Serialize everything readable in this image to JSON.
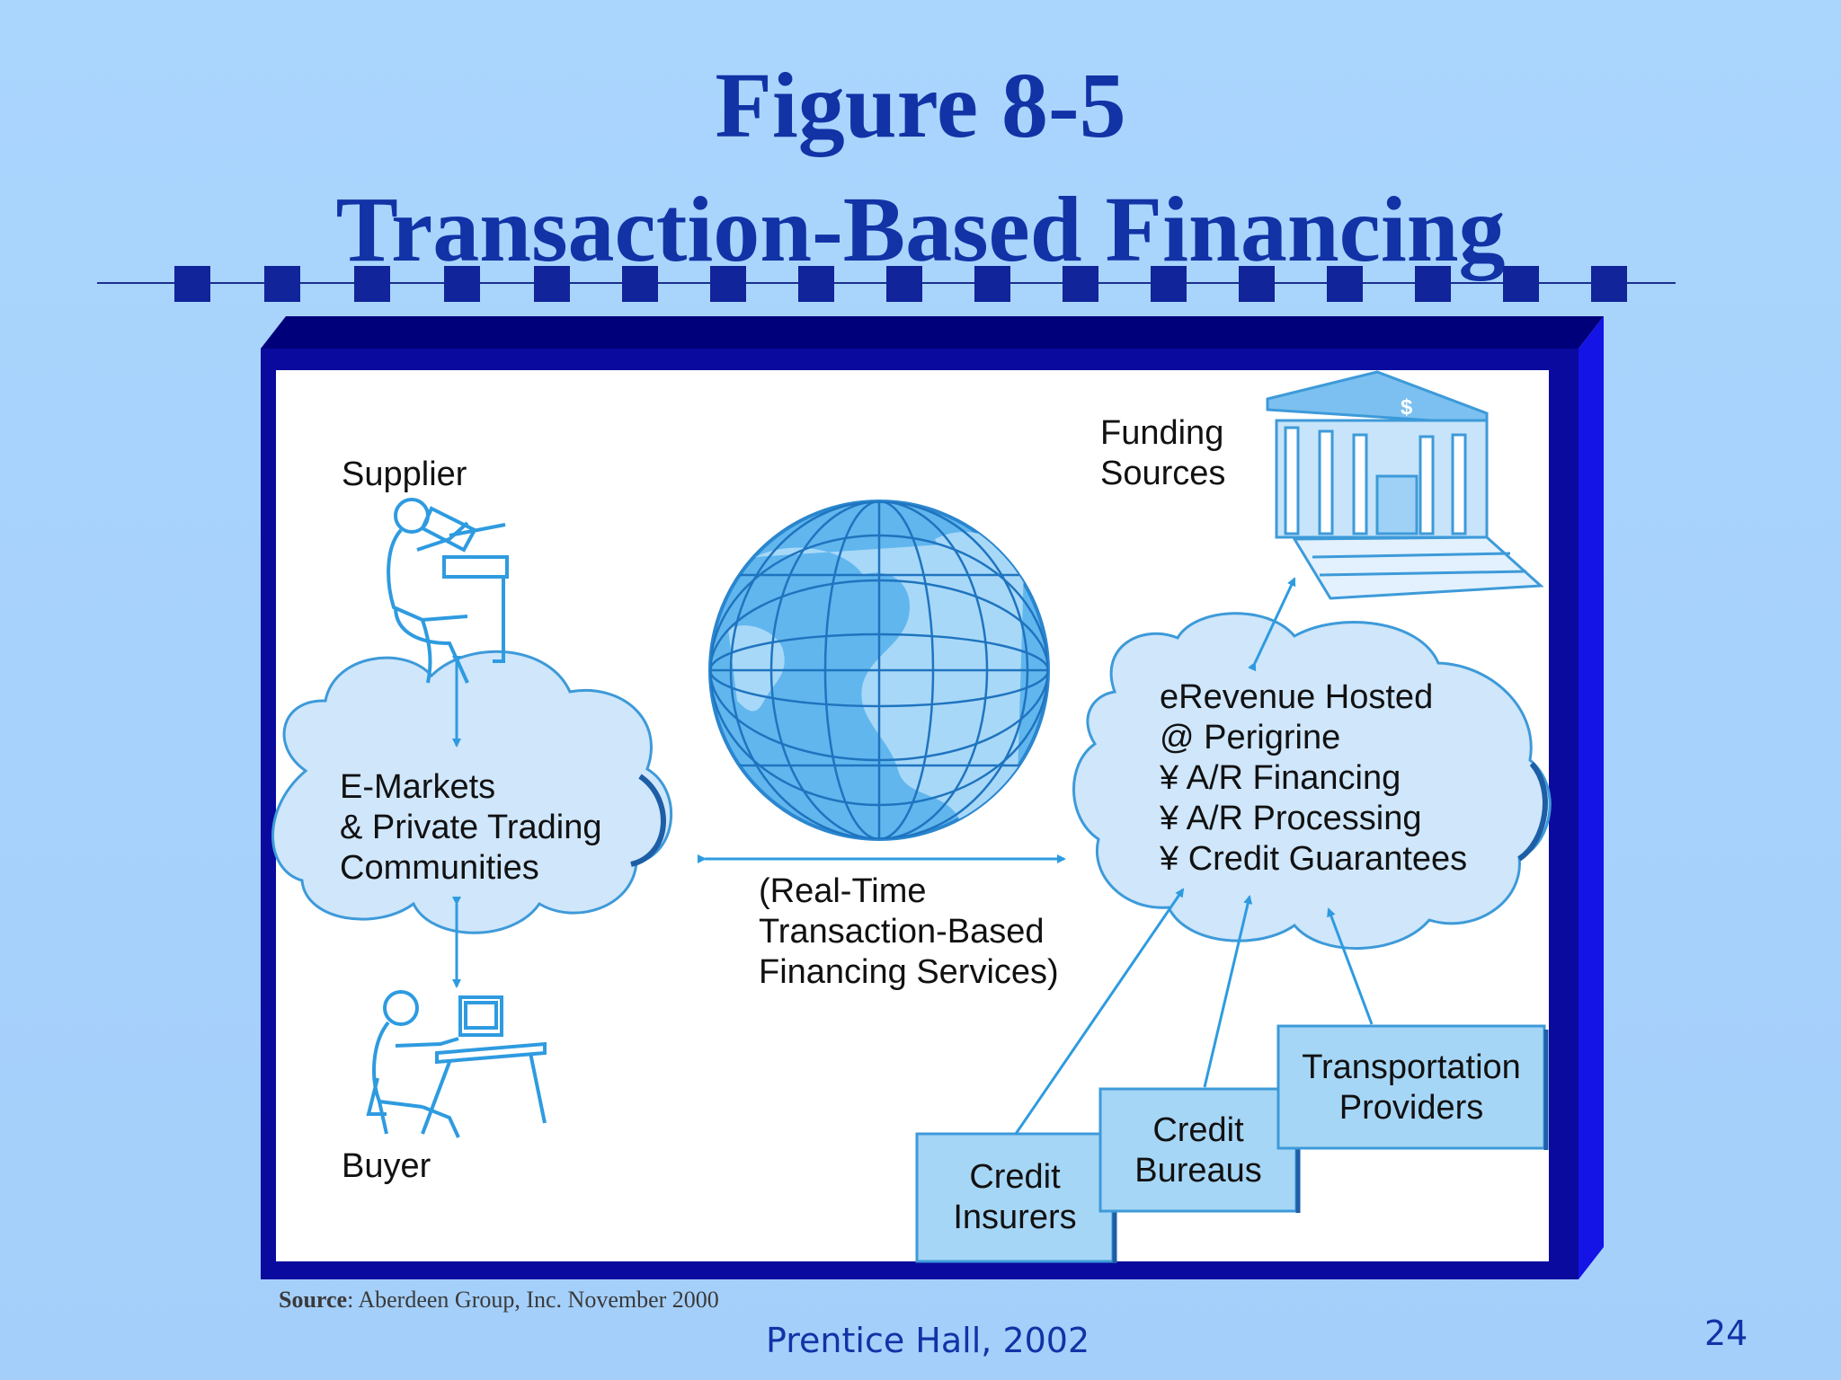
{
  "slide": {
    "title_line1": "Figure 8-5",
    "title_line2": "Transaction-Based Financing",
    "source_label": "Source",
    "source_text": ": Aberdeen Group, Inc. November 2000",
    "footer": "Prentice Hall, 2002",
    "page_number": "24"
  },
  "diagram": {
    "supplier": "Supplier",
    "buyer": "Buyer",
    "emarkets": [
      "E-Markets",
      "& Private Trading",
      "Communities"
    ],
    "realtime": [
      "(Real-Time",
      "Transaction-Based",
      "Financing Services)"
    ],
    "funding": [
      "Funding",
      "Sources"
    ],
    "erevenue": [
      "eRevenue Hosted",
      "@ Perigrine",
      "¥ A/R Financing",
      "¥ A/R Processing",
      "¥ Credit Guarantees"
    ],
    "credit_insurers": [
      "Credit",
      "Insurers"
    ],
    "credit_bureaus": [
      "Credit",
      "Bureaus"
    ],
    "transportation": [
      "Transportation",
      "Providers"
    ],
    "bank_symbol": "$"
  },
  "colors": {
    "background": "#a9d3fb",
    "title": "#1133a6",
    "frame": "#0a0a9e",
    "cloud_fill": "#cfe6fb",
    "cloud_stroke": "#3d9ad9",
    "box_fill": "#a6d6f6",
    "line": "#2e9be0"
  }
}
